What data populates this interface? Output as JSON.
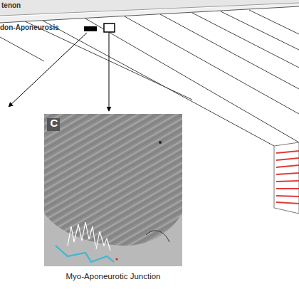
{
  "diagram": {
    "nodes": [
      {
        "text": [
          "C",
          "Myo-Aponeurotic Junction"
        ]
      }
    ],
    "labels": [
      "tenon",
      "don-Aponeurosis"
    ]
  }
}
